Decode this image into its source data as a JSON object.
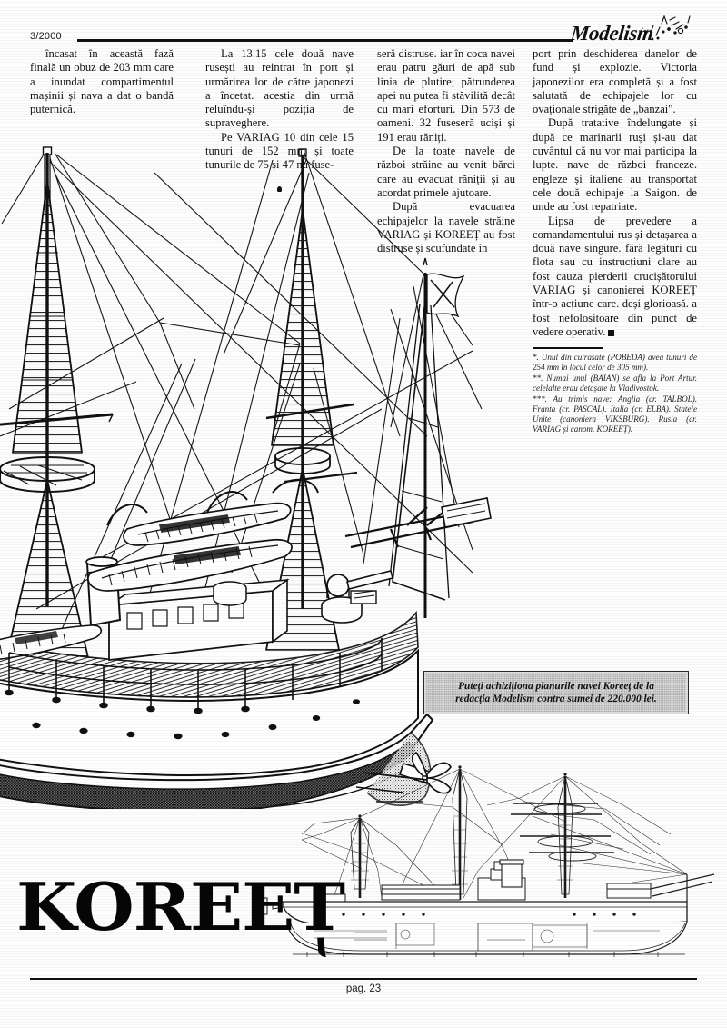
{
  "header": {
    "issue": "3/2000",
    "logo": "Modelism"
  },
  "columns": {
    "c1": [
      "încasat în această fază finală un obuz de 203 mm care a inundat compartimentul mașinii și nava a dat o bandă puternică."
    ],
    "c2": [
      "La 13.15 cele două nave rusești au reintrat în port și urmărirea lor de către japonezi a încetat. acestia din urmă reluîndu-și poziția de supraveghere.",
      "Pe VARIAG 10 din cele 15 tunuri  de 152 mm și toate tunurile de 75 și 47 nu fuse-"
    ],
    "c3": [
      "seră distruse. iar în coca navei erau patru găuri de apă sub linia de plutire; pătrunderea apei nu putea fi stăvilită decât cu mari eforturi. Din 573 de oameni. 32 fuseseră uciși și 191 erau răniți.",
      "De la toate navele de război străine au venit bărci care au evacuat răniții și au acordat primele ajutoare.",
      "După evacuarea echipajelor la navele străine VARIAG și KOREEȚ au fost distruse și scufundate în"
    ],
    "c4": [
      "port prin deschiderea danelor de fund și explozie. Victoria japonezilor era completă și a fost salutată de echipajele lor cu ovaționale strigăte de „banzai\".",
      "După tratative îndelungate și după ce marinarii ruși și-au dat cuvântul că nu vor mai participa la lupte. nave de război franceze. engleze și italiene au transportat cele două echipaje la Saigon. de unde au fost repatriate.",
      "Lipsa de prevedere a comandamentului rus și detașarea a două nave singure. fără legături cu flota sau cu instrucțiuni clare au fost cauza pierderii crucișătorului VARIAG și canonierei KOREEȚ într-o acțiune care. deși glorioasă. a fost nefolositoare din punct de vedere operativ."
    ]
  },
  "footnotes": [
    "*. Unul din cuirasate (POBEDA) avea tunuri de 254 mm în locul celor de 305 mm).",
    "**. Numai unul (BAIAN) se afla la Port Artur. celelalte erau detașate la Vladivostok.",
    "***. Au trimis nave: Anglia (cr. TALBOL). Franta (cr. PASCAL). Italia (cr. ELBA). Statele Unite (canoniera VIKSBURG). Rusia (cr. VARIAG și canom. KOREEȚ)."
  ],
  "advert": {
    "line1": "Puteți achiziționa planurile navei Koreeț de la",
    "line2": "redacția Modelism contra sumei de 220.000 lei."
  },
  "title": {
    "main": "KOREE",
    "last_letter": "T"
  },
  "footer": {
    "page": "pag. 23"
  },
  "illustrations": {
    "main_caption": "perspective cutaway drawing of the gunboat KOREET",
    "profile_caption": "side profile technical plan of the gunboat KOREET"
  },
  "colors": {
    "ink": "#111111",
    "paper": "#fdfdfd",
    "ad_background": "#dcdcdc"
  }
}
